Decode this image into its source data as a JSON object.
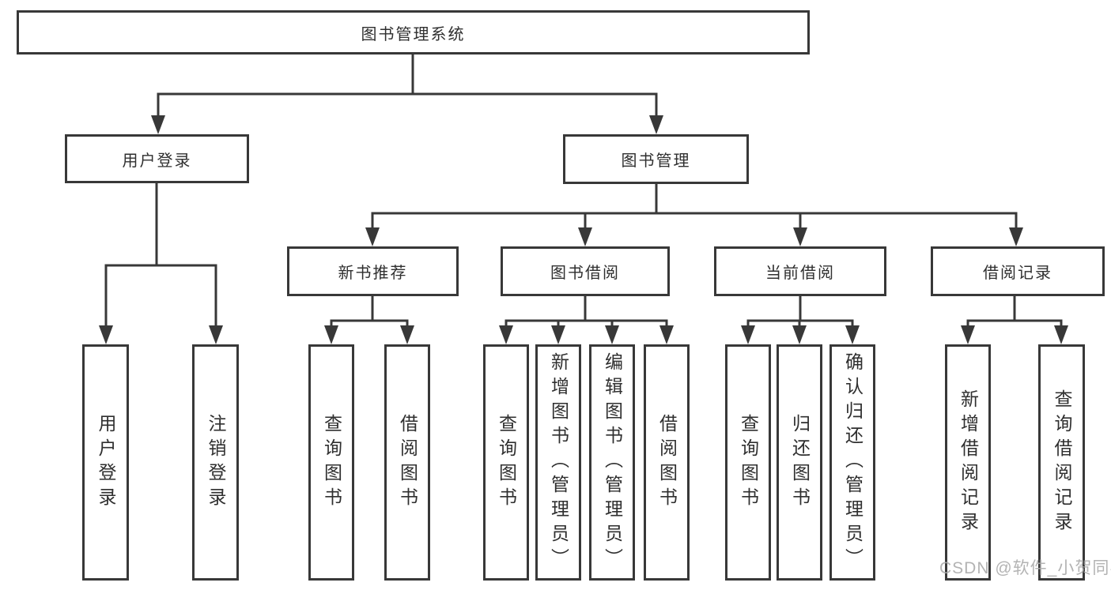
{
  "tree": {
    "root": {
      "label": "图书管理系统"
    },
    "level2": [
      {
        "label": "用户登录"
      },
      {
        "label": "图书管理"
      }
    ],
    "level3": [
      {
        "label": "新书推荐"
      },
      {
        "label": "图书借阅"
      },
      {
        "label": "当前借阅"
      },
      {
        "label": "借阅记录"
      }
    ],
    "leaves": {
      "user_login": [
        {
          "label": "用户登录"
        },
        {
          "label": "注销登录"
        }
      ],
      "new_book_recommend": [
        {
          "label": "查询图书"
        },
        {
          "label": "借阅图书"
        }
      ],
      "book_borrow": [
        {
          "label": "查询图书"
        },
        {
          "label": "新增图书（管理员）"
        },
        {
          "label": "编辑图书（管理员）"
        },
        {
          "label": "借阅图书"
        }
      ],
      "current_borrow": [
        {
          "label": "查询图书"
        },
        {
          "label": "归还图书"
        },
        {
          "label": "确认归还（管理员）"
        }
      ],
      "borrow_record": [
        {
          "label": "新增借阅记录"
        },
        {
          "label": "查询借阅记录"
        }
      ]
    }
  },
  "watermark": "CSDN @软件_小贺同学",
  "colors": {
    "line": "#383838",
    "text": "#2f2f2f",
    "watermark": "#ababab",
    "background": "#ffffff"
  }
}
